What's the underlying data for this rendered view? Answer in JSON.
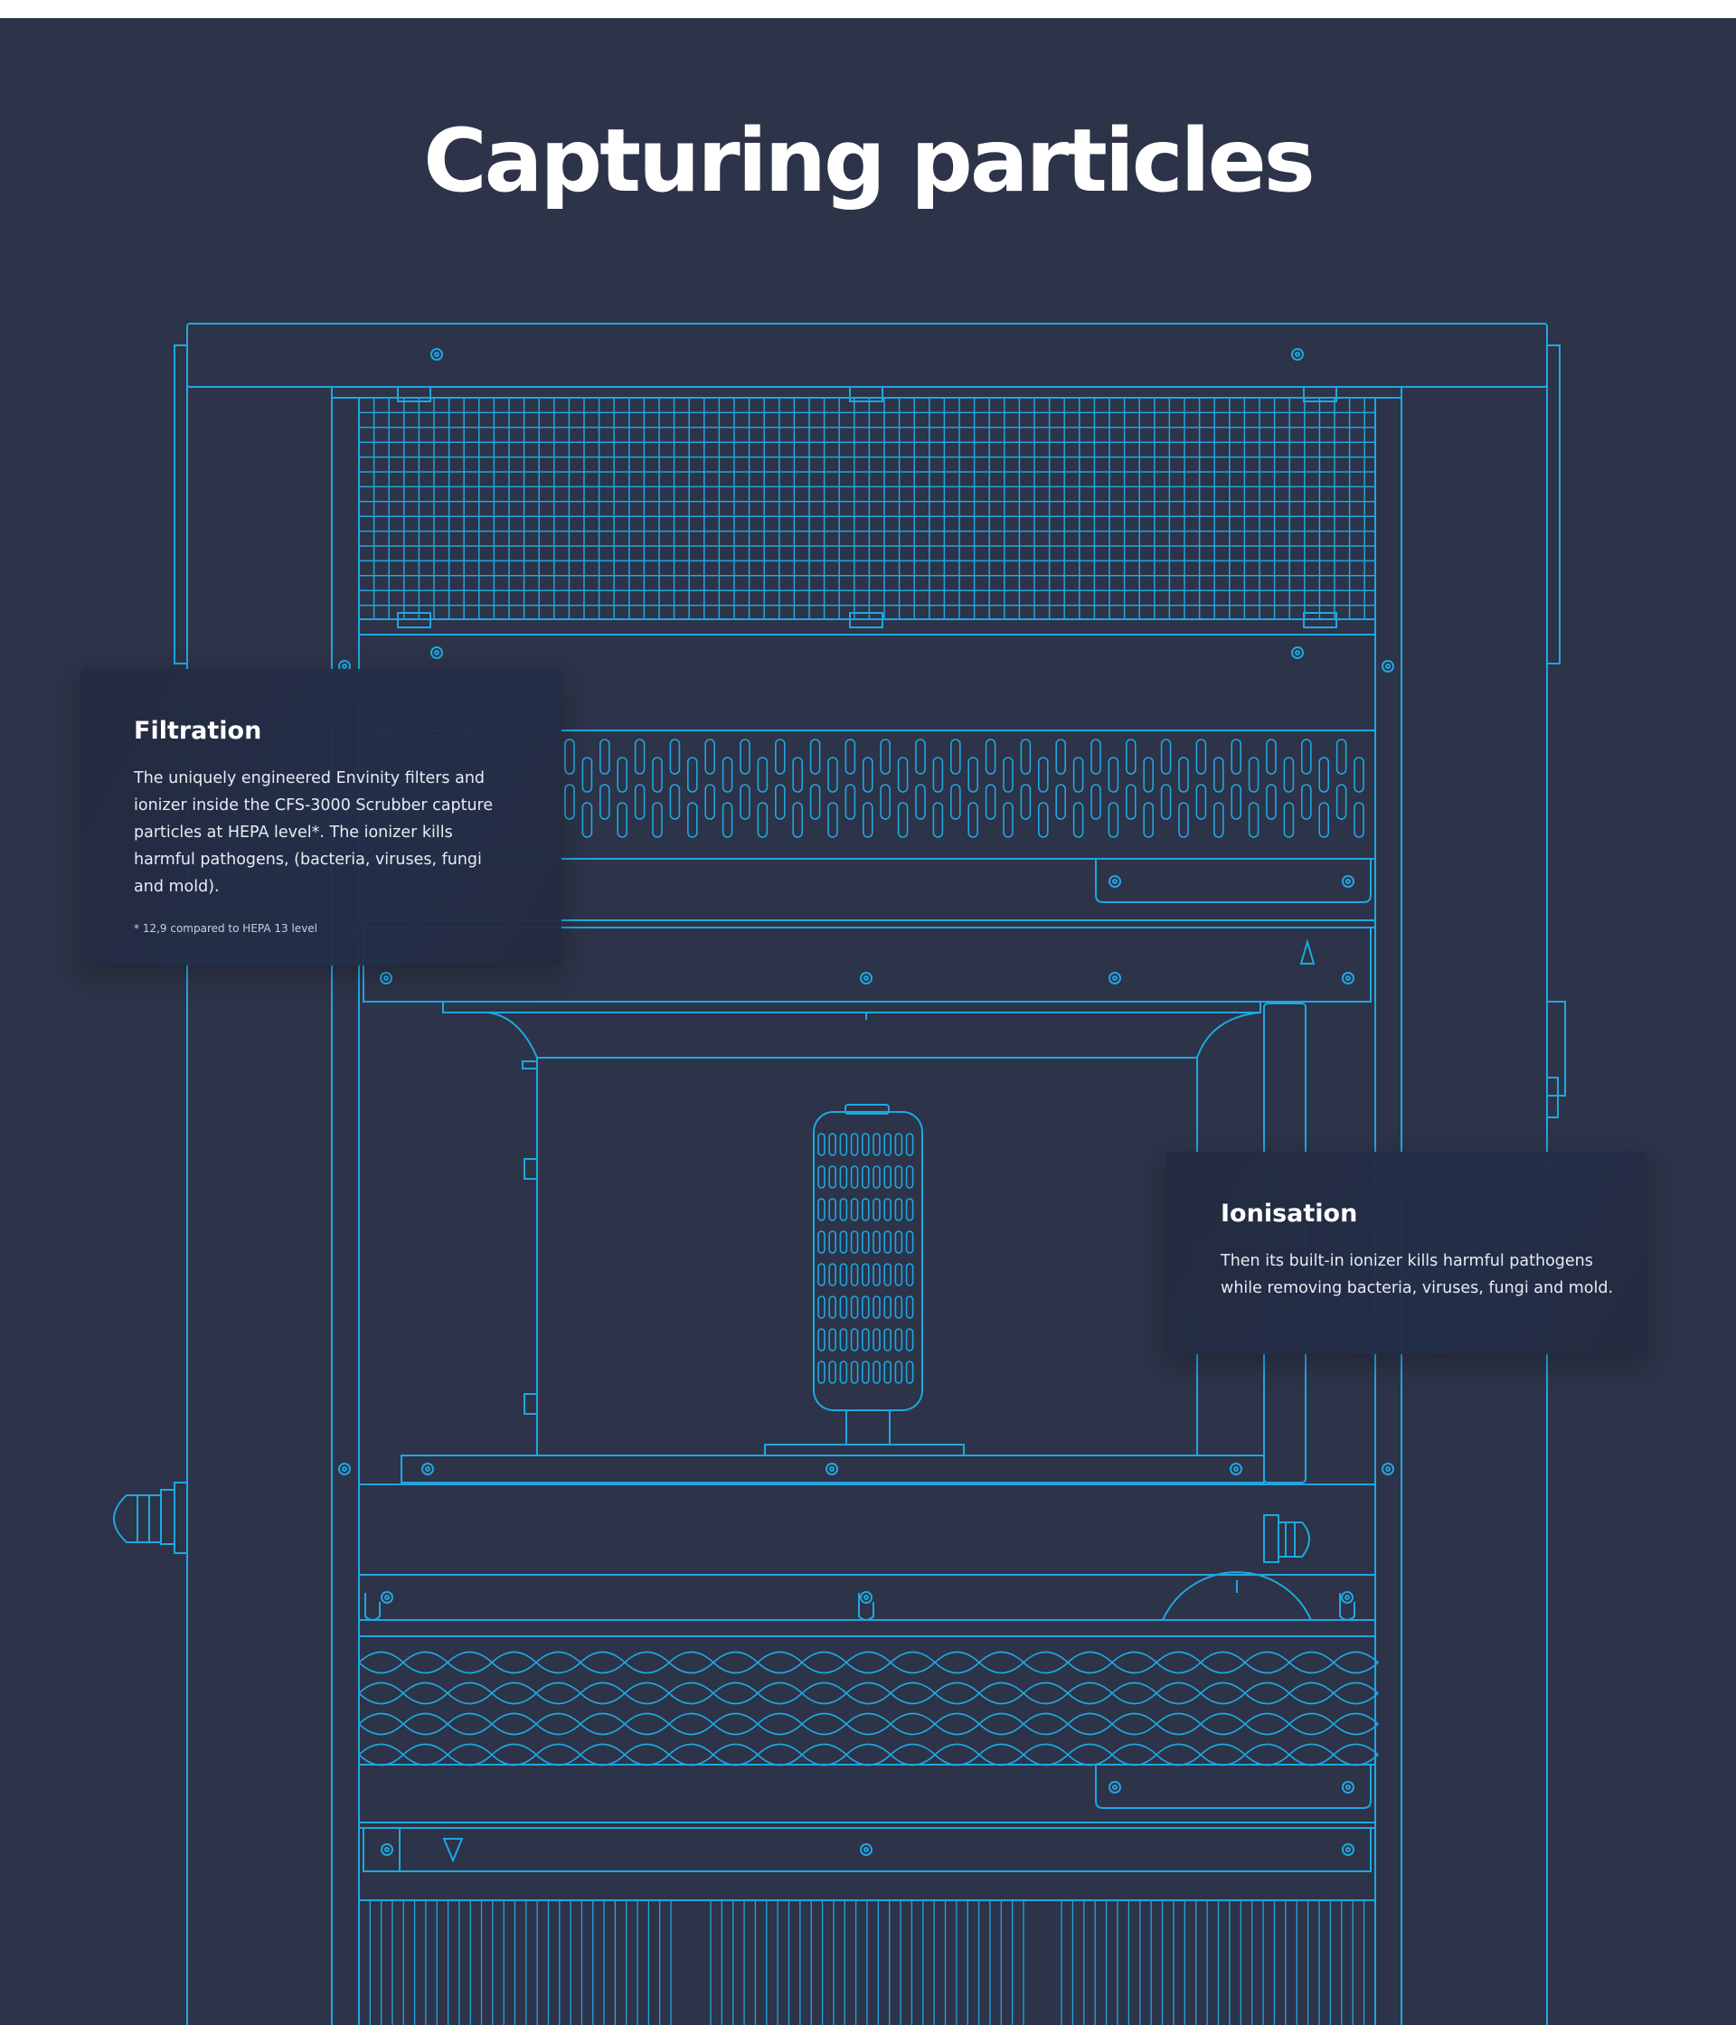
{
  "page": {
    "title": "Capturing particles",
    "background_color": "#2d3348",
    "line_color": "#1fa7e0"
  },
  "cards": {
    "filtration": {
      "heading": "Filtration",
      "body": "The uniquely engineered Envinity filters and ionizer inside the CFS-3000 Scrubber capture particles at HEPA level*. The ionizer kills harmful pathogens, (bacteria, viruses, fungi and mold).",
      "footnote": "* 12,9 compared to HEPA 13 level"
    },
    "ionisation": {
      "heading": "Ionisation",
      "body": "Then its built-in ionizer kills harmful pathogens while removing bacteria, viruses, fungi and mold."
    }
  }
}
